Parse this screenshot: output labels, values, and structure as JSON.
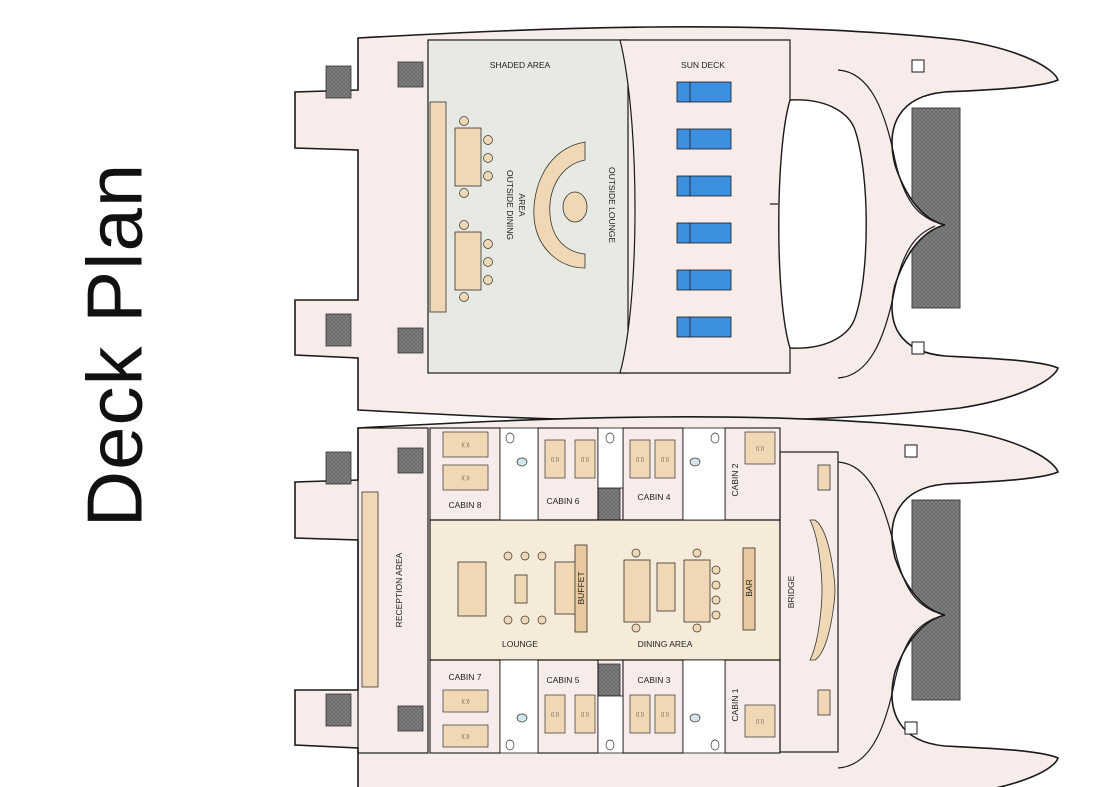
{
  "title": "Deck Plan",
  "colors": {
    "hull": "#f7ecea",
    "shaded": "#e7eae3",
    "furniture": "#f1d8b5",
    "furniture_dark": "#e8c9a0",
    "lounger": "#3d8fe0",
    "net": "#7f7f7f",
    "outline": "#1a1a1a"
  },
  "upper_deck": {
    "shaded_area": "SHADED AREA",
    "sun_deck": "SUN DECK",
    "outside_dining_1": "OUTSIDE DINING",
    "outside_dining_2": "AREA",
    "outside_lounge": "OUTSIDE LOUNGE"
  },
  "main_deck": {
    "reception": "RECEPTION AREA",
    "lounge": "LOUNGE",
    "dining": "DINING AREA",
    "buffet": "BUFFET",
    "bar": "BAR",
    "bridge": "BRIDGE",
    "cabins": {
      "c1": "CABIN 1",
      "c2": "CABIN 2",
      "c3": "CABIN 3",
      "c4": "CABIN 4",
      "c5": "CABIN 5",
      "c6": "CABIN 6",
      "c7": "CABIN 7",
      "c8": "CABIN 8"
    }
  }
}
